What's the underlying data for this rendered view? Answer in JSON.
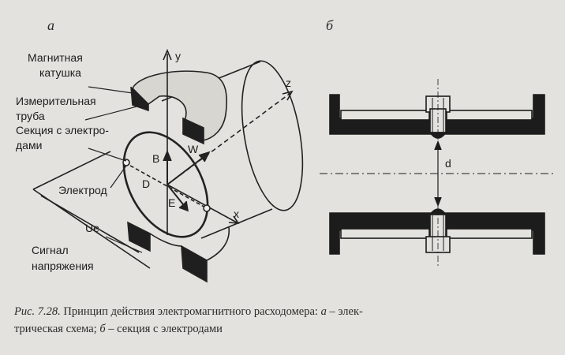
{
  "panels": {
    "a": "а",
    "b": "б"
  },
  "labels": {
    "coil": [
      "Магнитная",
      "катушка"
    ],
    "tube": [
      "Измерительная",
      "труба"
    ],
    "section": [
      "Секция с электро-",
      "дами"
    ],
    "electrode": "Электрод",
    "signal": [
      "Сигнал",
      "напряжения"
    ],
    "ue": "Ue",
    "axis_y": "y",
    "axis_z": "z",
    "axis_x": "x",
    "B": "B",
    "W": "W",
    "D": "D",
    "E": "E",
    "d": "d"
  },
  "caption": {
    "ref": "Рис. 7.28.",
    "text1": " Принцип действия электромагнитного расходомера: ",
    "a": "а",
    "text2": " – элек-",
    "line2a": "трическая схема; ",
    "b": "б",
    "line2b": " – секция с электродами"
  }
}
